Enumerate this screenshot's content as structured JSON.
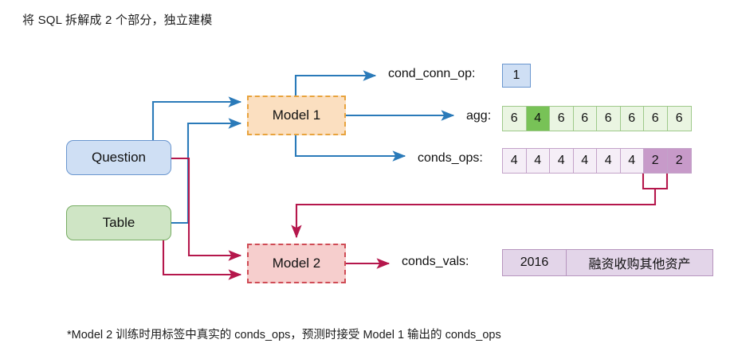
{
  "title": "将 SQL 拆解成 2 个部分，独立建模",
  "footnote": "*Model 2 训练时用标签中真实的 conds_ops，预测时接受 Model 1 输出的 conds_ops",
  "nodes": {
    "question": "Question",
    "table": "Table",
    "model1": "Model 1",
    "model2": "Model 2"
  },
  "outputs": {
    "cond_conn_op": {
      "label": "cond_conn_op:",
      "value": "1"
    },
    "agg": {
      "label": "agg:",
      "cells": [
        "6",
        "4",
        "6",
        "6",
        "6",
        "6",
        "6",
        "6"
      ],
      "highlight_index": 1
    },
    "conds_ops": {
      "label": "conds_ops:",
      "cells": [
        "4",
        "4",
        "4",
        "4",
        "4",
        "4",
        "2",
        "2"
      ],
      "highlight_indices": [
        6,
        7
      ]
    },
    "conds_vals": {
      "label": "conds_vals:",
      "cells": [
        "2016",
        "融资收购其他资产"
      ]
    }
  },
  "colors": {
    "question_fill": "#cfdff4",
    "question_border": "#6a96cf",
    "table_fill": "#cfe5c5",
    "table_border": "#77ad63",
    "model1_fill": "#fbdfc0",
    "model1_border": "#e8a33d",
    "model2_fill": "#f6cecd",
    "model2_border": "#cf4b55",
    "blue_arrow": "#2a7ab9",
    "crimson_arrow": "#b5174c",
    "agg_cell": "#eaf5e2",
    "agg_highlight": "#78c257",
    "ops_cell": "#f5eef7",
    "ops_highlight": "#c79ac9",
    "vals_cell": "#e3d5e9"
  }
}
